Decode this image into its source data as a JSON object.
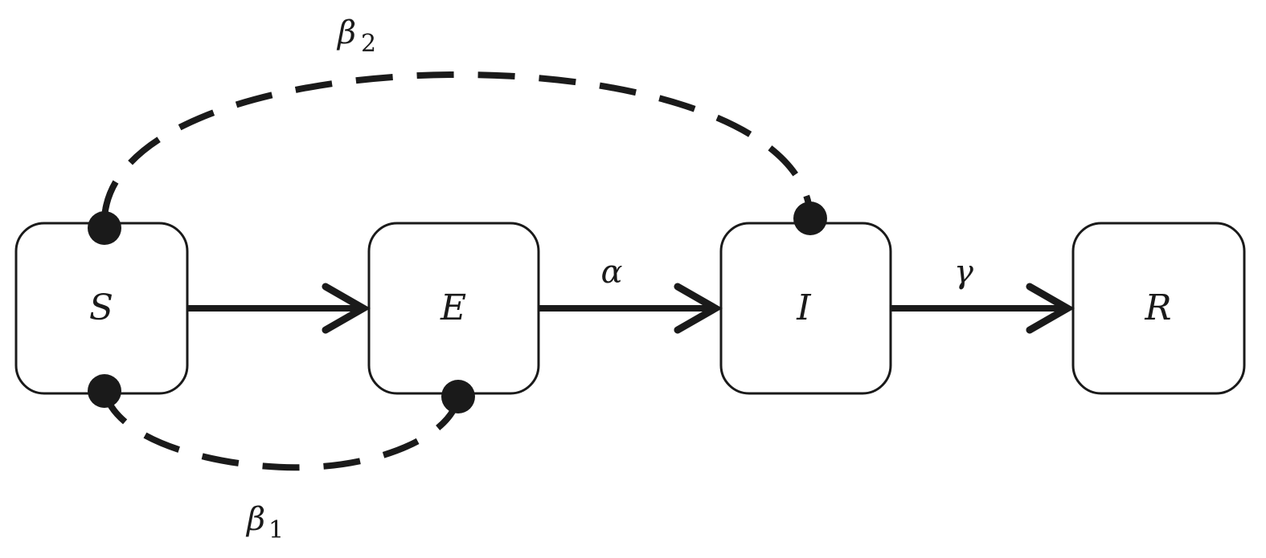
{
  "nodes": {
    "s": {
      "label": "S"
    },
    "e": {
      "label": "E"
    },
    "i": {
      "label": "I"
    },
    "r": {
      "label": "R"
    }
  },
  "rates": {
    "alpha": "α",
    "gamma": "γ",
    "beta1": {
      "symbol": "β",
      "subscript": "1"
    },
    "beta2": {
      "symbol": "β",
      "subscript": "2"
    }
  },
  "colors": {
    "stroke": "#1a1a1a",
    "background": "#ffffff"
  }
}
